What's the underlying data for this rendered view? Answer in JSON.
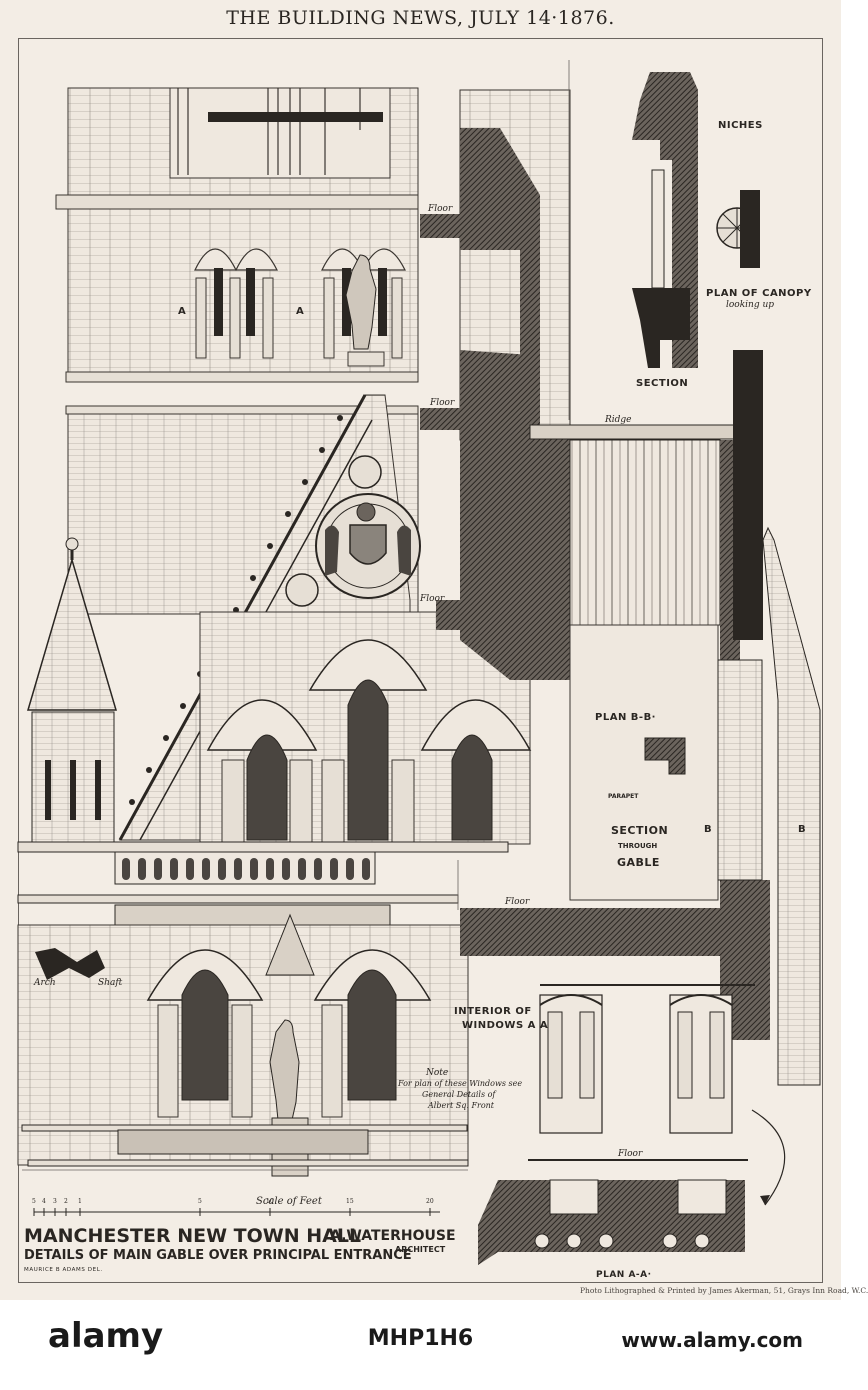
{
  "header": {
    "title": "THE BUILDING NEWS, JULY 14·1876."
  },
  "labels": {
    "niches": "NICHES",
    "plan_of_canopy": "PLAN OF CANOPY",
    "looking_up": "looking up",
    "section": "SECTION",
    "floor": "Floor",
    "ridge": "Ridge",
    "plan_bb": "PLAN B-B·",
    "parapet": "PARAPET",
    "section_through_gable_1": "SECTION",
    "section_through_gable_2": "THROUGH",
    "section_through_gable_3": "GABLE",
    "b": "B",
    "a": "A",
    "arch": "Arch",
    "shaft": "Shaft",
    "interior_of_windows_1": "INTERIOR OF",
    "interior_of_windows_2": "WINDOWS A A",
    "note_1": "Note",
    "note_2": "For plan of these Windows see",
    "note_3": "General Details of",
    "note_4": "Albert Sq. Front",
    "scale_of_feet": "Scale of Feet",
    "scale_ticks": [
      "5",
      "4",
      "3",
      "2",
      "1",
      "5",
      "10",
      "15",
      "20"
    ],
    "plan_aa": "PLAN A-A·"
  },
  "title": {
    "main": "MANCHESTER NEW TOWN HALL",
    "architect": "A.WATERHOUSE",
    "architect_label": "ARCHITECT",
    "subtitle": "DETAILS OF MAIN GABLE OVER PRINCIPAL ENTRANCE",
    "delineator": "MAURICE B ADAMS DEL."
  },
  "printer": "Photo Lithographed & Printed by James Akerman, 51, Grays Inn Road, W.C.",
  "watermark": {
    "logo": "alamy",
    "image_id": "MHP1H6",
    "url": "www.alamy.com"
  }
}
